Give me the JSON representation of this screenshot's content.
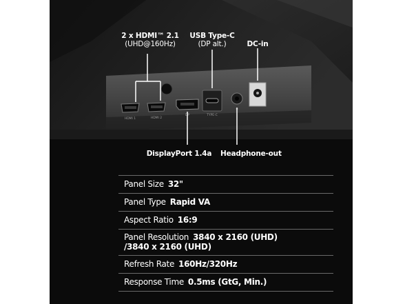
{
  "ports": {
    "hdmi_label": "2 x HDMI™ 2.1",
    "hdmi_sub": "(UHD@160Hz)",
    "usbc_label": "USB Type-C",
    "usbc_sub": "(DP alt.)",
    "dcin_label": "DC-in",
    "dp_label": "DisplayPort 1.4a",
    "headphone_label": "Headphone-out",
    "port_print_hdmi1": "HDMI 1",
    "port_print_hdmi2": "HDMI 2",
    "port_print_dp": "DP",
    "port_print_typec": "TYPE-C"
  },
  "specs": [
    {
      "key": "Panel Size",
      "value": "32\""
    },
    {
      "key": "Panel Type",
      "value": "Rapid VA"
    },
    {
      "key": "Aspect Ratio",
      "value": "16:9"
    },
    {
      "key": "Panel Resolution",
      "value": "3840 x 2160 (UHD)",
      "value2": "/3840 x 2160 (UHD)"
    },
    {
      "key": "Refresh Rate",
      "value": "160Hz/320Hz"
    },
    {
      "key": "Response Time",
      "value": "0.5ms (GtG, Min.)"
    }
  ],
  "colors": {
    "background": "#0b0b0b",
    "text": "#ffffff",
    "divider": "#6b6b6b"
  }
}
